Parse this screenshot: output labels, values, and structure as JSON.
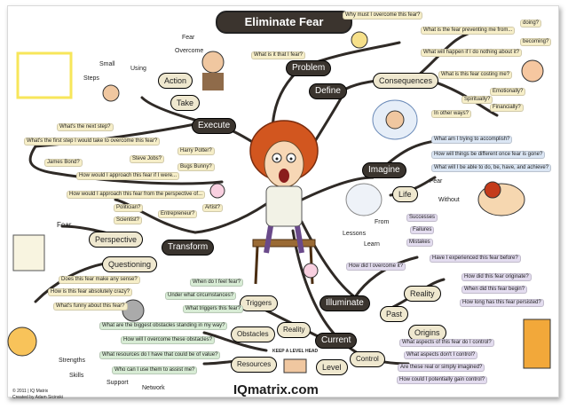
{
  "title": "Eliminate Fear",
  "brand": "IQmatrix.com",
  "copyright": "© 2011 | IQ Matrix",
  "author": "Created by Adam Sicinski",
  "sign": "KEEP A LEVEL HEAD",
  "branches": {
    "problem": {
      "label": "Problem",
      "items": [
        "What is it that I fear?"
      ]
    },
    "define": {
      "label": "Define",
      "items": [
        "Why must I overcome this fear?"
      ],
      "consequences": {
        "label": "Consequences",
        "items": [
          "What is the fear preventing me from...",
          "What will happen if I do nothing about it?",
          "What is this fear costing me?",
          "In other ways?"
        ],
        "preventing": [
          "doing?",
          "becoming?"
        ],
        "costing": [
          "Emotionally?",
          "Spiritually?",
          "Financially?"
        ]
      }
    },
    "imagine": {
      "label": "Imagine",
      "items": [
        "What am I trying to accomplish?",
        "How will things be different once fear is gone?",
        "What will I be able to do, be, have, and achieve?"
      ],
      "life": "Life",
      "fear": "Fear",
      "without": "Without"
    },
    "illuminate": {
      "label": "Illuminate",
      "past": {
        "label": "Past",
        "lessons": "Lessons",
        "from": "From",
        "learn": "Learn",
        "from_items": [
          "Successes",
          "Failures",
          "Mistakes"
        ],
        "overcome": "How did I overcome it?",
        "experienced": "Have I experienced this fear before?"
      },
      "reality": {
        "label": "Reality",
        "items": [
          "How did this fear originate?",
          "When did this fear begin?",
          "How long has this fear persisted?"
        ]
      },
      "origins": "Origins"
    },
    "current": {
      "label": "Current",
      "reality": "Reality",
      "triggers": {
        "label": "Triggers",
        "items": [
          "When do I feel fear?",
          "Under what circumstances?",
          "What triggers this fear?"
        ]
      },
      "obstacles": {
        "label": "Obstacles",
        "items": [
          "What are the biggest obstacles standing in my way?",
          "How will I overcome these obstacles?"
        ]
      },
      "resources": {
        "label": "Resources",
        "items": [
          "What resources do I have that could be of value?",
          "Who can I use them to assist me?"
        ]
      },
      "level": "Level",
      "control": {
        "label": "Control",
        "items": [
          "What aspects of this fear do I control?",
          "What aspects don't I control?",
          "Are these real or simply imagined?",
          "How could I potentially gain control?"
        ]
      }
    },
    "execute": {
      "label": "Execute",
      "take": "Take",
      "action": "Action",
      "action_items": [
        "Fear",
        "Overcome",
        "Using",
        "Small",
        "Steps"
      ],
      "items": [
        "What's the next step?",
        "What's the first step I would take to overcome this fear?",
        "James Bond?",
        "Steve Jobs?",
        "Harry Potter?",
        "Bugs Bunny?",
        "How would I approach this fear if I were..."
      ]
    },
    "transform": {
      "label": "Transform",
      "perspective": "Perspective",
      "fear": "Fear",
      "items": [
        "How would I approach this fear from the perspective of...",
        "Politician?",
        "Scientist?",
        "Entrepreneur?",
        "Artist?"
      ]
    },
    "questioning": {
      "label": "Questioning",
      "items": [
        "Does this fear make any sense?",
        "How is this fear absolutely crazy?",
        "What's funny about this fear?"
      ]
    },
    "strengths": {
      "items": [
        "Strengths",
        "Skills",
        "Support",
        "Network"
      ]
    }
  },
  "colors": {
    "branch": "#2f2a26",
    "yellow": "#f6eec8",
    "blue": "#dbe6f4",
    "purple": "#e3dcef",
    "hair": "#d2561f"
  }
}
